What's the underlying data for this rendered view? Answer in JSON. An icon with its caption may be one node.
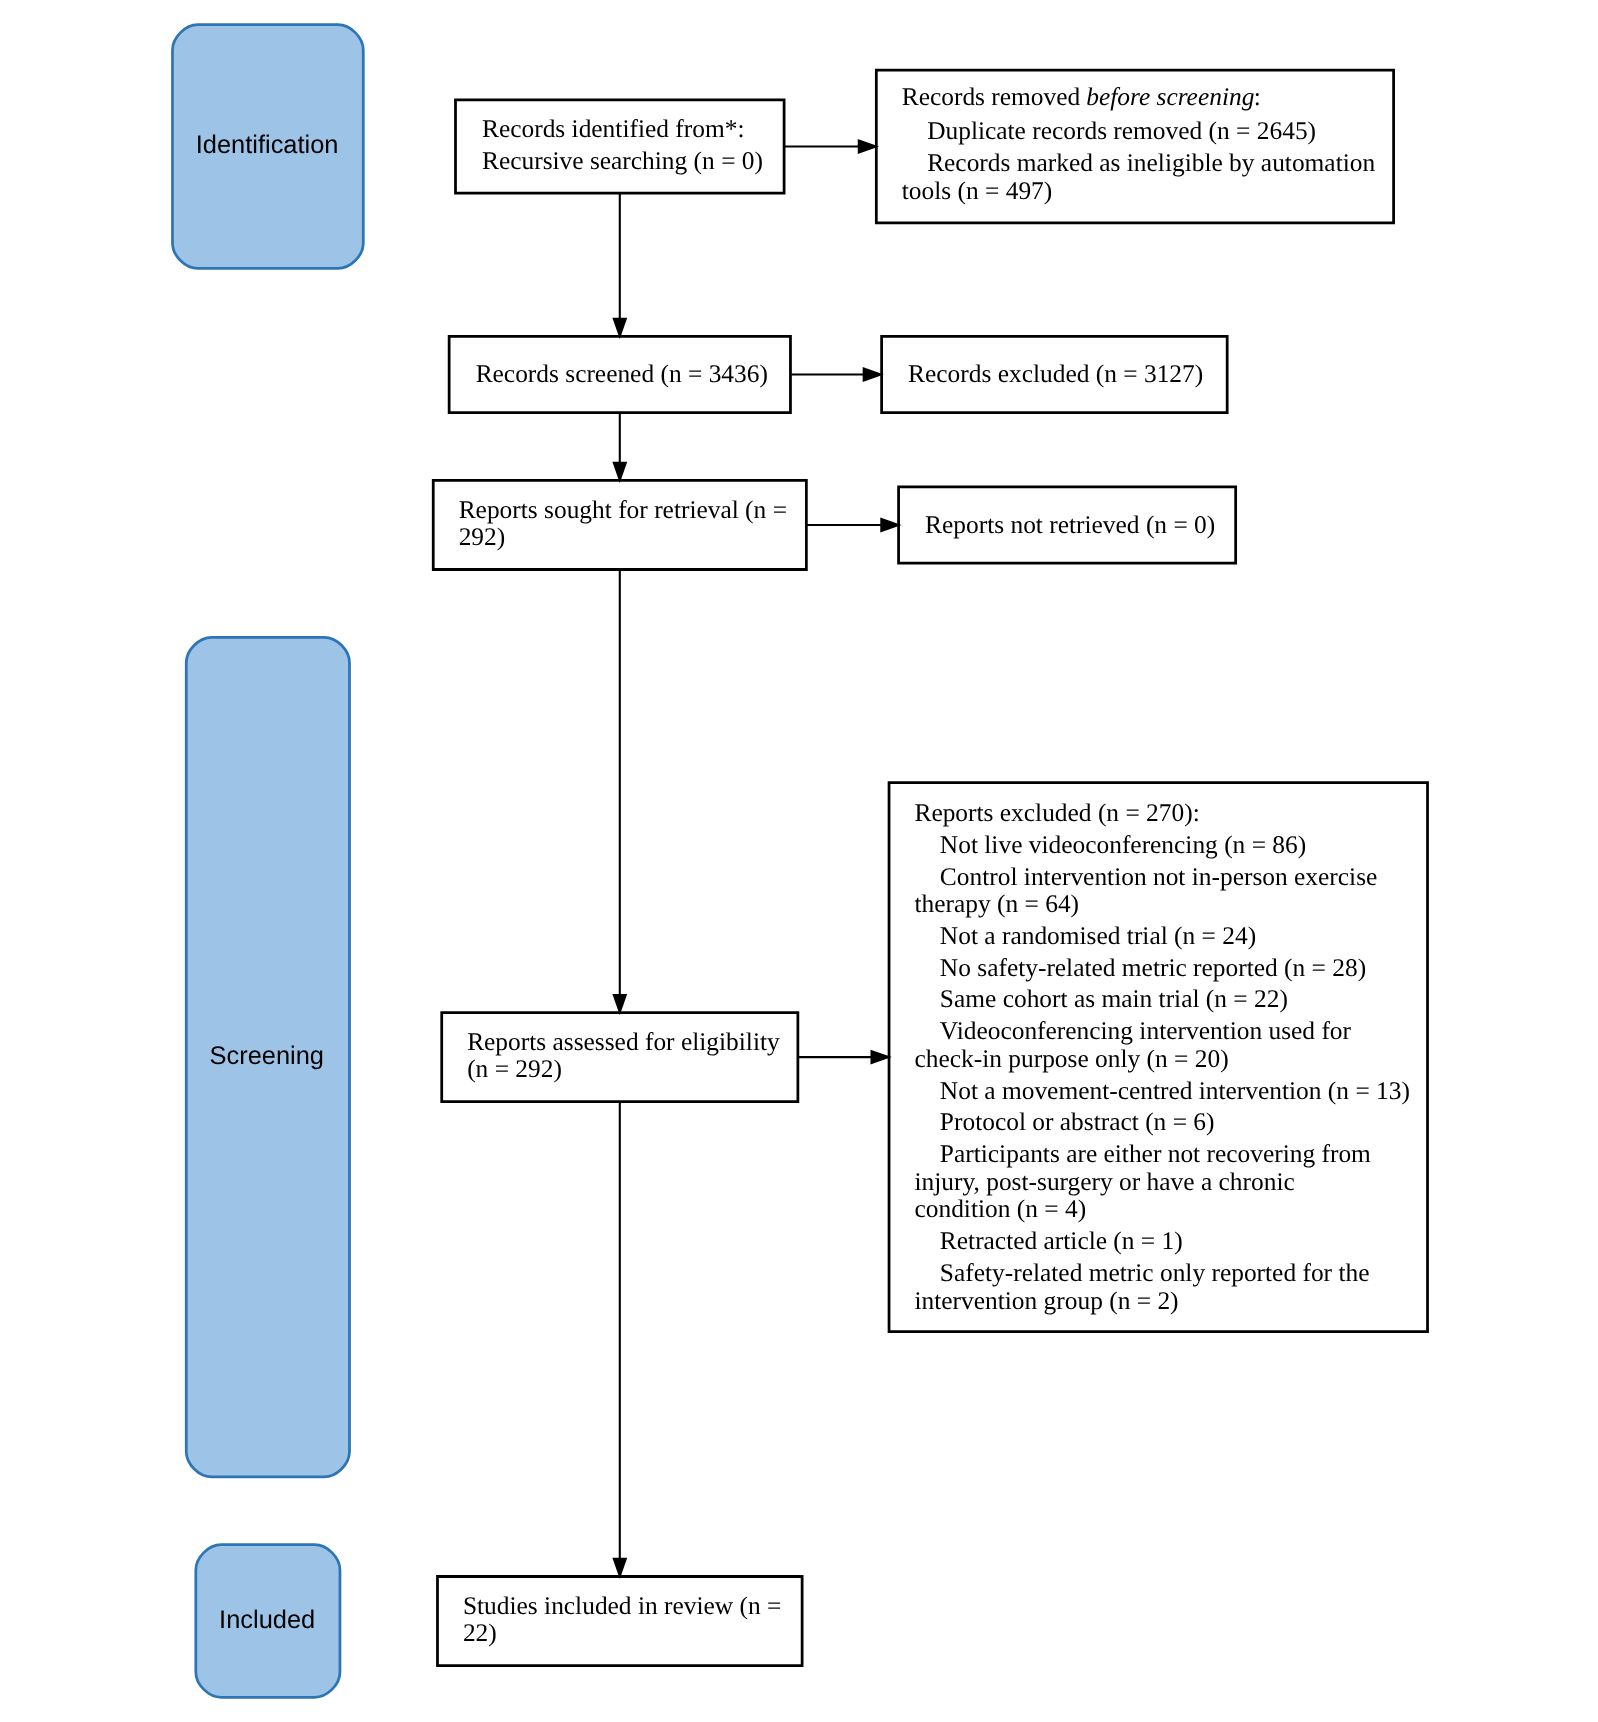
{
  "diagram": {
    "nodes": [
      {
        "text": [
          "Identification"
        ]
      },
      {
        "text": [
          "Screening"
        ]
      },
      {
        "text": [
          "Included"
        ]
      },
      {
        "text": [
          "Records identified from*:",
          "Recursive searching (n = 0)"
        ]
      },
      {
        "text": [
          "Records removed *before screening*:",
          "Duplicate records removed (n = 2645)",
          "Records marked as ineligible by automation tools (n = 497)"
        ]
      },
      {
        "text": [
          "Records screened (n = 3436)"
        ]
      },
      {
        "text": [
          "Records excluded (n = 3127)"
        ]
      },
      {
        "text": [
          "Reports sought for retrieval (n = 292)"
        ]
      },
      {
        "text": [
          "Reports not retrieved (n = 0)"
        ]
      },
      {
        "text": [
          "Reports assessed for eligibility (n = 292)"
        ]
      },
      {
        "text": [
          "Reports excluded (n = 270):",
          "Not live videoconferencing (n = 86)",
          "Control intervention not in-person exercise therapy (n = 64)",
          "Not a randomised trial (n = 24)",
          "No safety-related metric reported (n = 28)",
          "Same cohort as main trial (n = 22)",
          "Videoconferencing intervention used for check-in purpose only (n = 20)",
          "Not a movement-centred intervention (n = 13)",
          "Protocol or abstract (n = 6)",
          "Participants are either not recovering from injury, post-surgery or have a chronic condition (n = 4)",
          "Retracted article (n = 1)",
          "Safety-related metric only reported for the intervention group (n = 2)"
        ]
      },
      {
        "text": [
          "Studies included in review (n = 22)"
        ]
      }
    ],
    "edges": [
      {
        "from": 3,
        "to": 4,
        "arrow": "to"
      },
      {
        "from": 3,
        "to": 5,
        "arrow": "to"
      },
      {
        "from": 5,
        "to": 6,
        "arrow": "to"
      },
      {
        "from": 5,
        "to": 7,
        "arrow": "to"
      },
      {
        "from": 7,
        "to": 8,
        "arrow": "to"
      },
      {
        "from": 7,
        "to": 9,
        "arrow": "to"
      },
      {
        "from": 9,
        "to": 10,
        "arrow": "to"
      },
      {
        "from": 9,
        "to": 11,
        "arrow": "to"
      }
    ]
  }
}
